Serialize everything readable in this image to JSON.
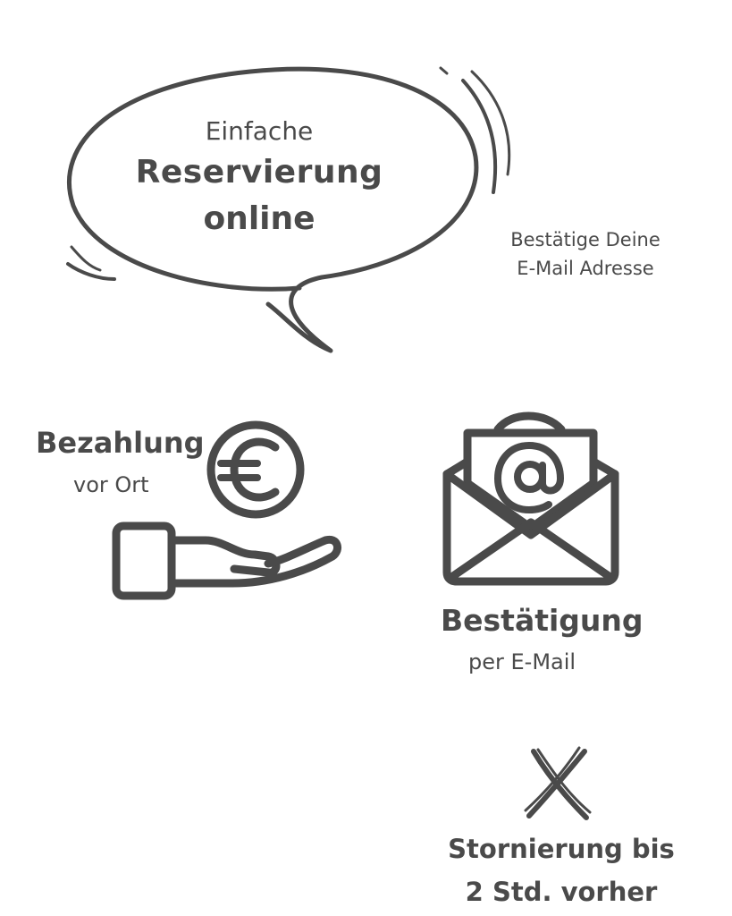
{
  "bubble": {
    "line1": "Einfache",
    "line2": "Reservierung",
    "line3": "online"
  },
  "email_confirm": {
    "line1": "Bestätige Deine",
    "line2": "E-Mail Adresse"
  },
  "payment": {
    "title": "Bezahlung",
    "subtitle": "vor Ort",
    "icon": "euro-coin-hand-icon"
  },
  "confirmation": {
    "title": "Bestätigung",
    "subtitle": "per E-Mail",
    "icon": "envelope-at-icon"
  },
  "cancellation": {
    "line1": "Stornierung bis",
    "line2": "2 Std. vorher",
    "icon": "cross-icon"
  },
  "colors": {
    "ink": "#4a4a4a",
    "background": "#ffffff"
  }
}
